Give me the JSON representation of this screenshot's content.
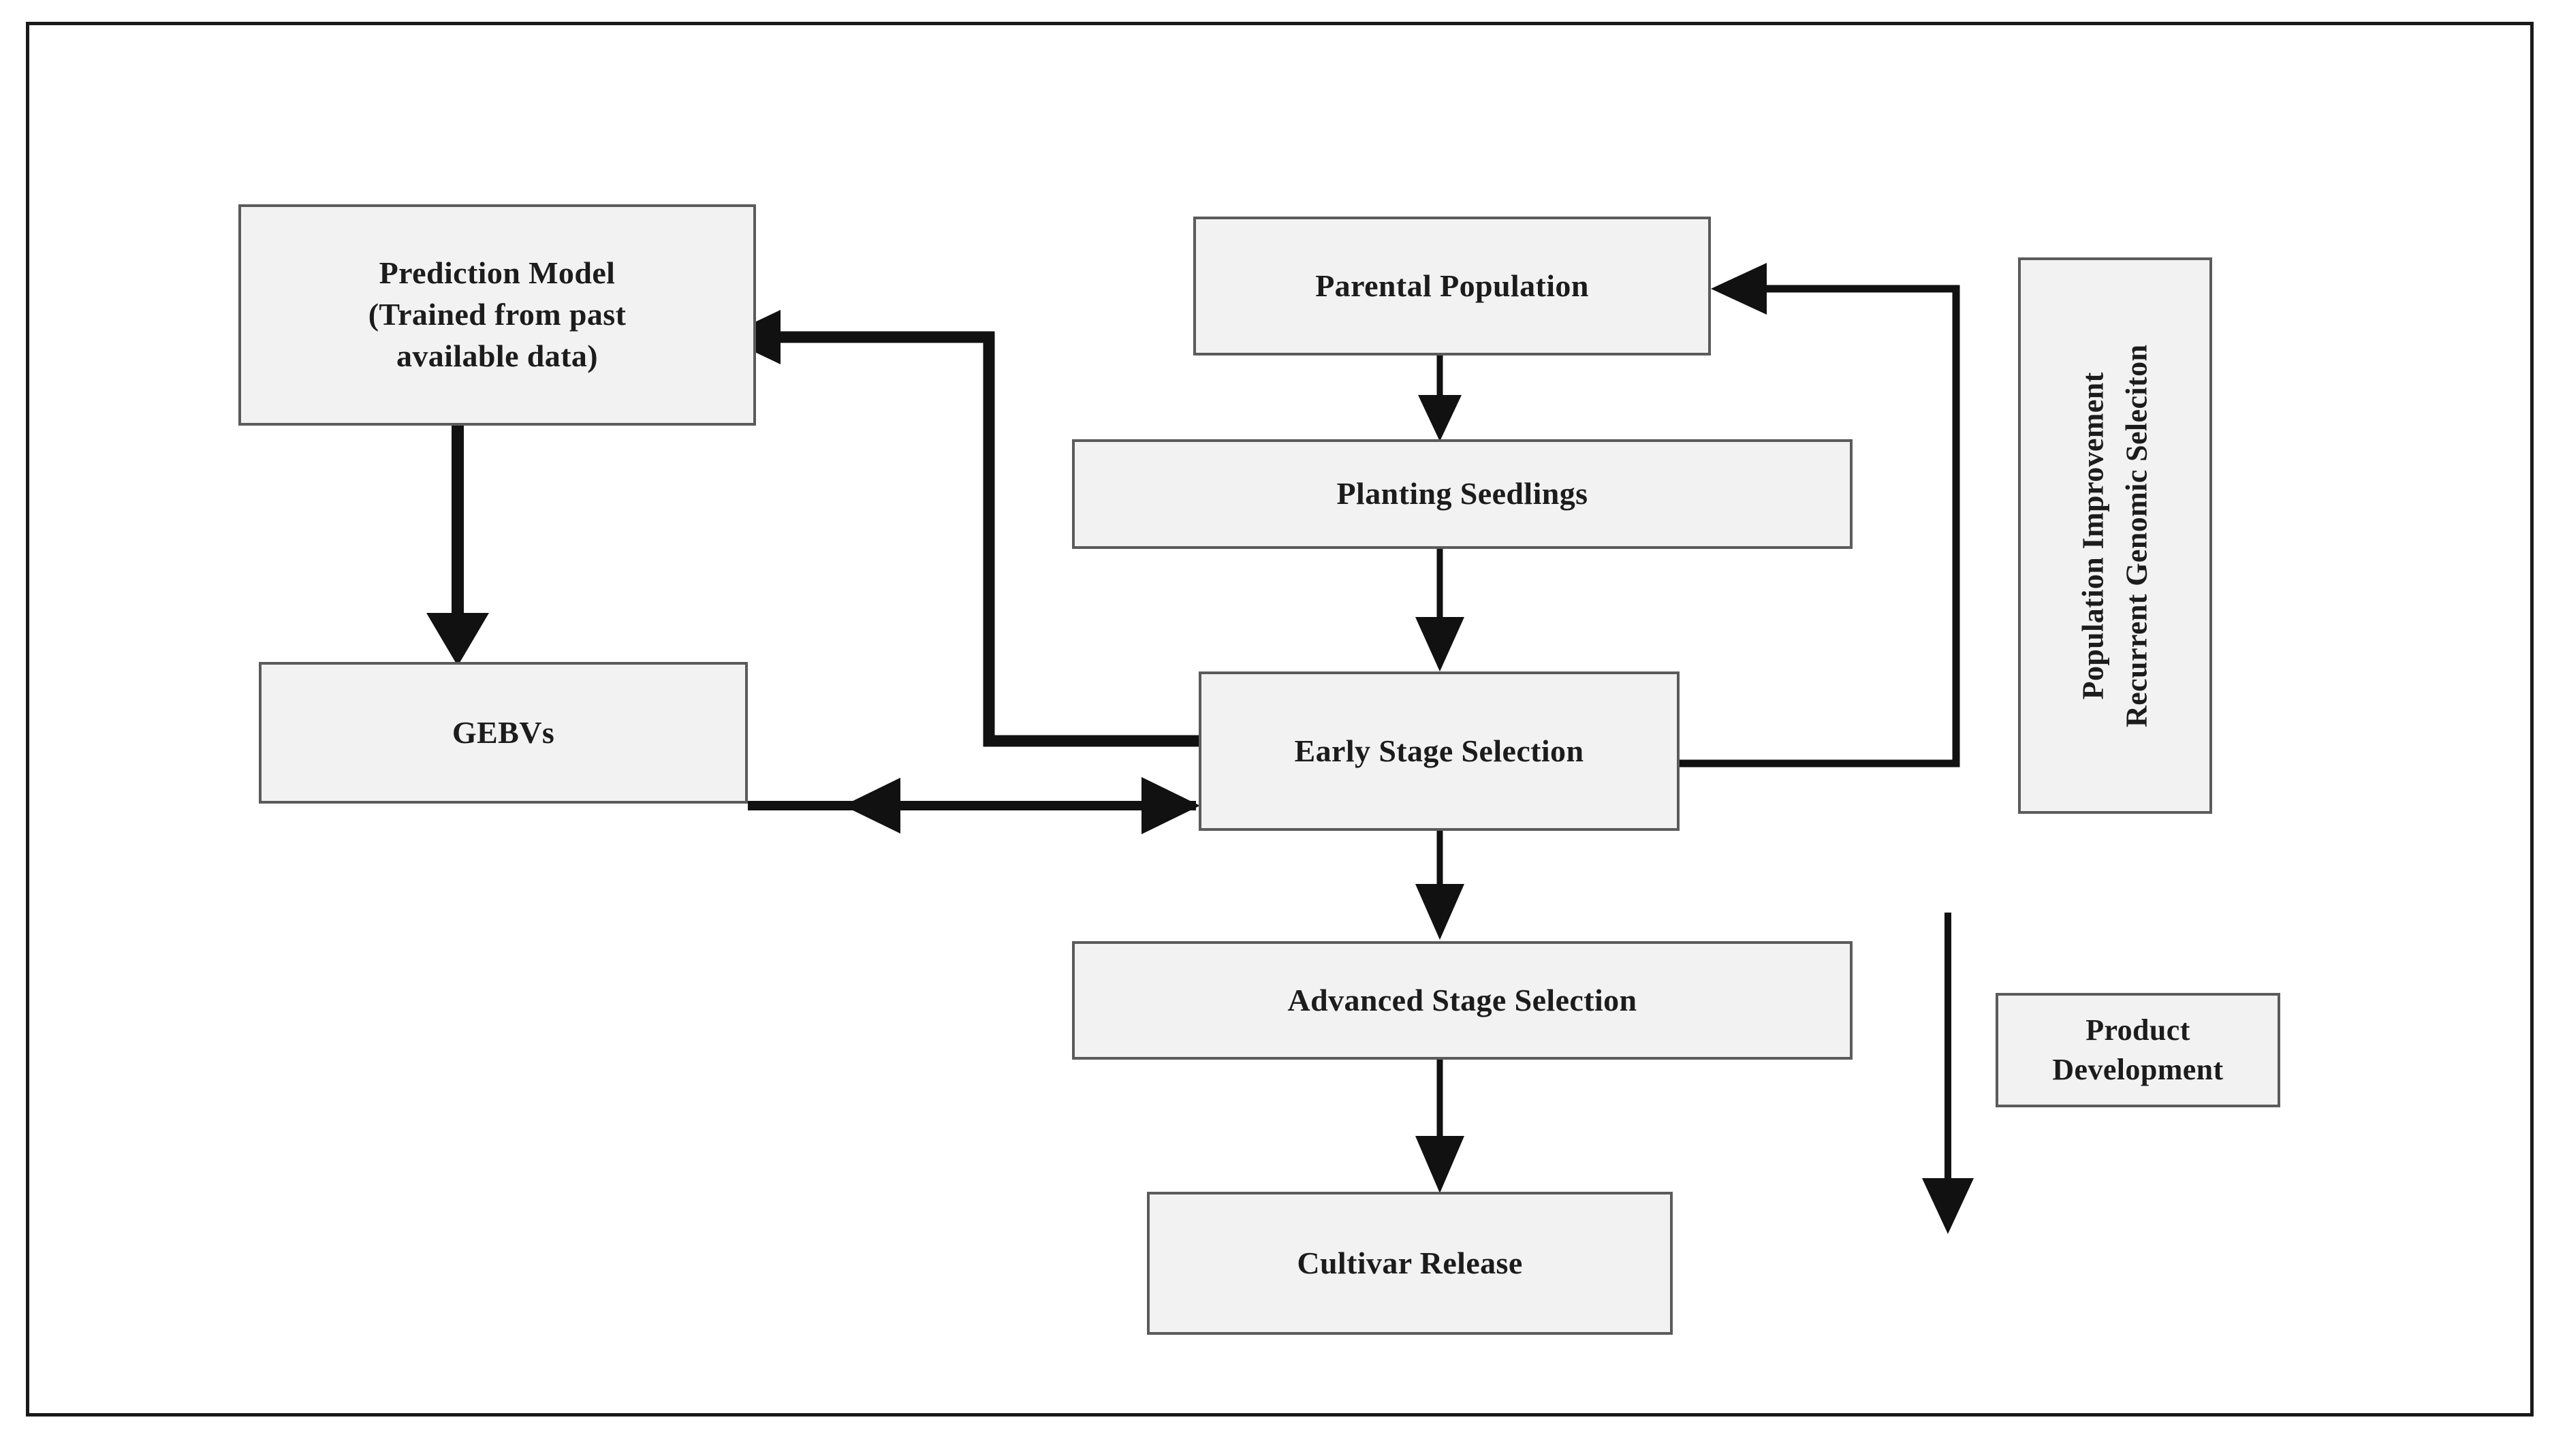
{
  "figure": {
    "title": "Genomic selection breeding scheme flowchart",
    "background_color": "#ffffff",
    "frame_color": "#1a1a1a",
    "node_fill_color": "#f2f2f2",
    "node_border_color": "#5b5b5b",
    "connector_color": "#111111"
  },
  "nodes": {
    "prediction_model": {
      "line1": "Prediction Model",
      "line2": "(Trained from past",
      "line3": "available data)"
    },
    "gebvs": {
      "label": "GEBVs"
    },
    "parental_population": {
      "label": "Parental Population"
    },
    "planting_seedlings": {
      "label": "Planting Seedlings"
    },
    "early_stage_selection": {
      "label": "Early Stage Selection"
    },
    "advanced_stage_selection": {
      "label": "Advanced Stage Selection"
    },
    "cultivar_release": {
      "label": "Cultivar Release"
    },
    "population_improvement": {
      "line1": "Population Improvement",
      "line2": "Recurrent Genomic Seleciton"
    },
    "product_development": {
      "line1": "Product",
      "line2": "Development"
    }
  },
  "connectors": [
    {
      "name": "prediction-model-to-gebvs",
      "from": "Prediction Model (Trained from past available data)",
      "to": "GEBVs",
      "style": "thick-down-arrow"
    },
    {
      "name": "gebvs-to-early-stage-selection",
      "from": "GEBVs",
      "to": "Early Stage Selection",
      "style": "double-headed-horizontal-arrow"
    },
    {
      "name": "early-stage-selection-to-prediction-model",
      "from": "Early Stage Selection",
      "to": "Prediction Model (Trained from past available data)",
      "style": "thick-elbow-left-up-arrow"
    },
    {
      "name": "parental-population-to-planting-seedlings",
      "from": "Parental Population",
      "to": "Planting Seedlings",
      "style": "thin-down-arrow"
    },
    {
      "name": "planting-seedlings-to-early-stage-selection",
      "from": "Planting Seedlings",
      "to": "Early Stage Selection",
      "style": "thin-down-arrow"
    },
    {
      "name": "early-stage-selection-to-parental-population",
      "from": "Early Stage Selection",
      "to": "Parental Population",
      "style": "elbow-right-up-arrow"
    },
    {
      "name": "early-stage-selection-to-advanced-stage-selection",
      "from": "Early Stage Selection",
      "to": "Advanced Stage Selection",
      "style": "thin-down-arrow"
    },
    {
      "name": "advanced-stage-selection-to-cultivar-release",
      "from": "Advanced Stage Selection",
      "to": "Cultivar Release",
      "style": "thin-down-arrow"
    },
    {
      "name": "product-development-direction-arrow",
      "from": "",
      "to": "",
      "style": "thin-down-arrow"
    }
  ]
}
